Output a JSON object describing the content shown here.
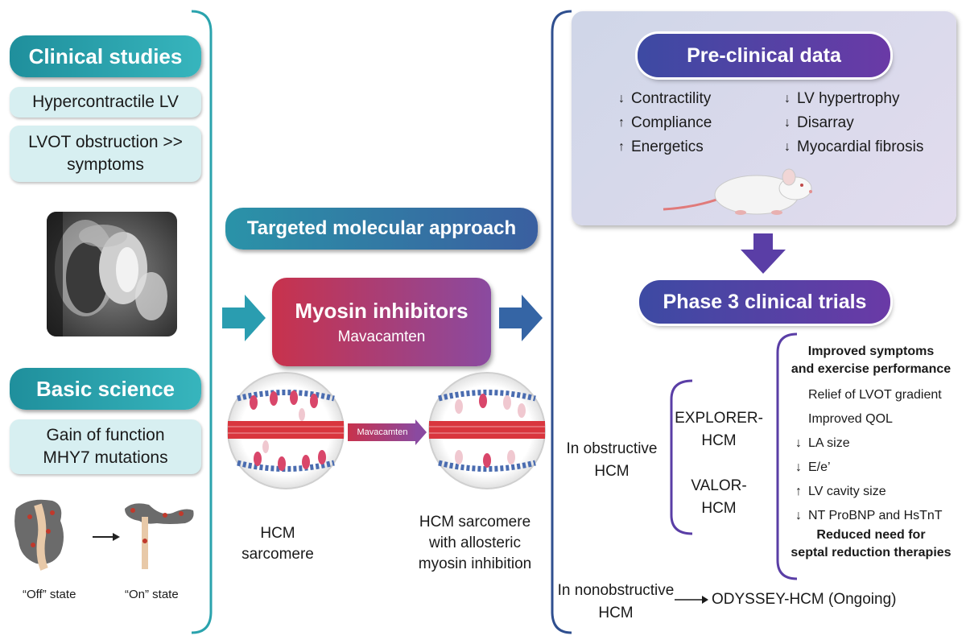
{
  "left": {
    "clinical_title": "Clinical studies",
    "clinical_items": [
      "Hypercontractile LV",
      "LVOT obstruction >>",
      "symptoms"
    ],
    "basic_title": "Basic science",
    "basic_items": [
      "Gain of function",
      "MHY7 mutations"
    ],
    "off_state": "“Off” state",
    "on_state": "“On” state"
  },
  "middle": {
    "approach_title": "Targeted molecular approach",
    "inhibitor_title": "Myosin inhibitors",
    "inhibitor_sub": "Mavacamten",
    "drug_arrow_label": "Mavacamten",
    "hcm_sarcomere": [
      "HCM",
      "sarcomere"
    ],
    "hcm_inhibited": [
      "HCM sarcomere",
      "with allosteric",
      "myosin inhibition"
    ]
  },
  "right": {
    "preclinical_title": "Pre-clinical data",
    "preclinical_left": [
      {
        "dir": "down",
        "text": "Contractility"
      },
      {
        "dir": "up",
        "text": "Compliance"
      },
      {
        "dir": "up",
        "text": "Energetics"
      }
    ],
    "preclinical_right": [
      {
        "dir": "down",
        "text": "LV hypertrophy"
      },
      {
        "dir": "down",
        "text": "Disarray"
      },
      {
        "dir": "down",
        "text": "Myocardial fibrosis"
      }
    ],
    "phase3_title": "Phase 3 clinical trials",
    "obstructive": [
      "In obstructive",
      "HCM"
    ],
    "explorer": [
      "EXPLORER-",
      "HCM"
    ],
    "valor": [
      "VALOR-",
      "HCM"
    ],
    "outcome_head": [
      "Improved symptoms",
      "and exercise performance"
    ],
    "outcomes": [
      {
        "dir": "",
        "text": "Relief of LVOT gradient"
      },
      {
        "dir": "",
        "text": "Improved QOL"
      },
      {
        "dir": "down",
        "text": "LA size"
      },
      {
        "dir": "down",
        "text": "E/e’"
      },
      {
        "dir": "up",
        "text": "LV cavity size"
      },
      {
        "dir": "down",
        "text": "NT ProBNP and HsTnT"
      }
    ],
    "outcome_foot": [
      "Reduced need for",
      "septal reduction therapies"
    ],
    "nonobstructive": [
      "In nonobstructive",
      "HCM"
    ],
    "odyssey": "ODYSSEY-HCM (Ongoing)"
  },
  "colors": {
    "teal": "#2aa3ad",
    "purple": "#5a3ea6",
    "navy": "#2f4f8f"
  }
}
